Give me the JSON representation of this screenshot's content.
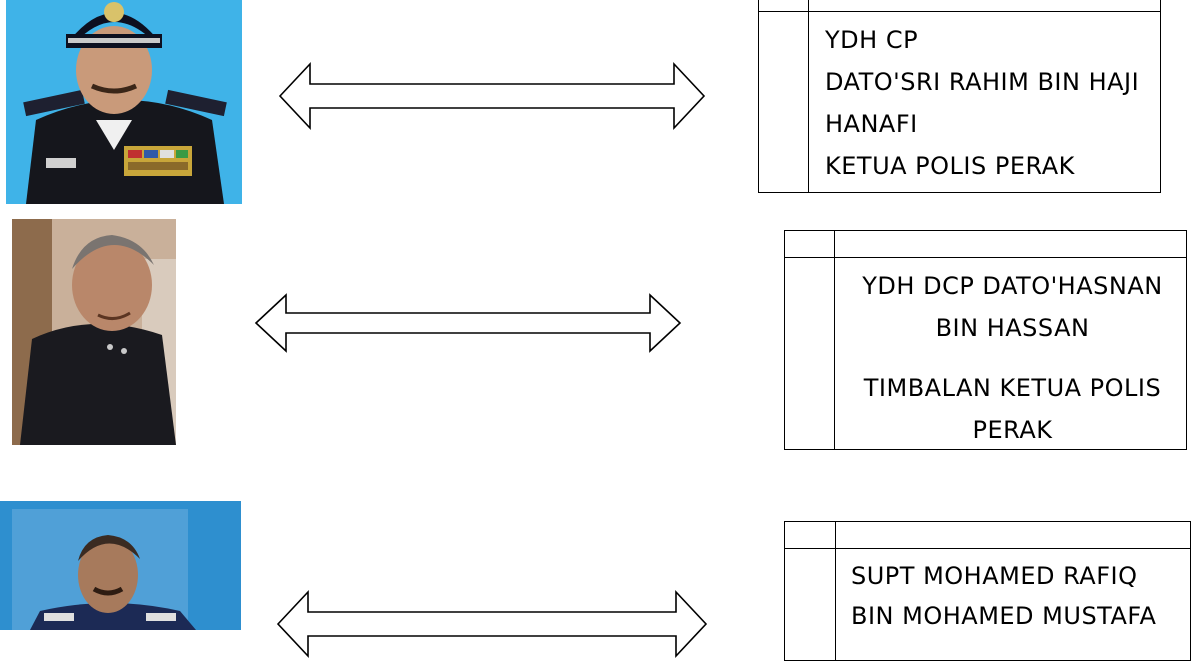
{
  "officers": [
    {
      "rank": "YDH CP",
      "name_line1": "DATO'SRI RAHIM BIN HAJI",
      "name_line2": "HANAFI",
      "title": "KETUA POLIS PERAK"
    },
    {
      "name_line1": "YDH DCP DATO'HASNAN",
      "name_line2": "BIN HASSAN",
      "title_line1": "TIMBALAN KETUA POLIS",
      "title_line2": "PERAK"
    },
    {
      "name_line1": "SUPT MOHAMED RAFIQ",
      "name_line2": "BIN MOHAMED MUSTAFA"
    }
  ],
  "icons": {
    "arrow": "double-headed-arrow-icon",
    "photo": "officer-portrait"
  },
  "colors": {
    "photo1_bg": "#3fb3e8",
    "photo3_bg": "#2e8fcf",
    "uniform": "#15161c"
  }
}
